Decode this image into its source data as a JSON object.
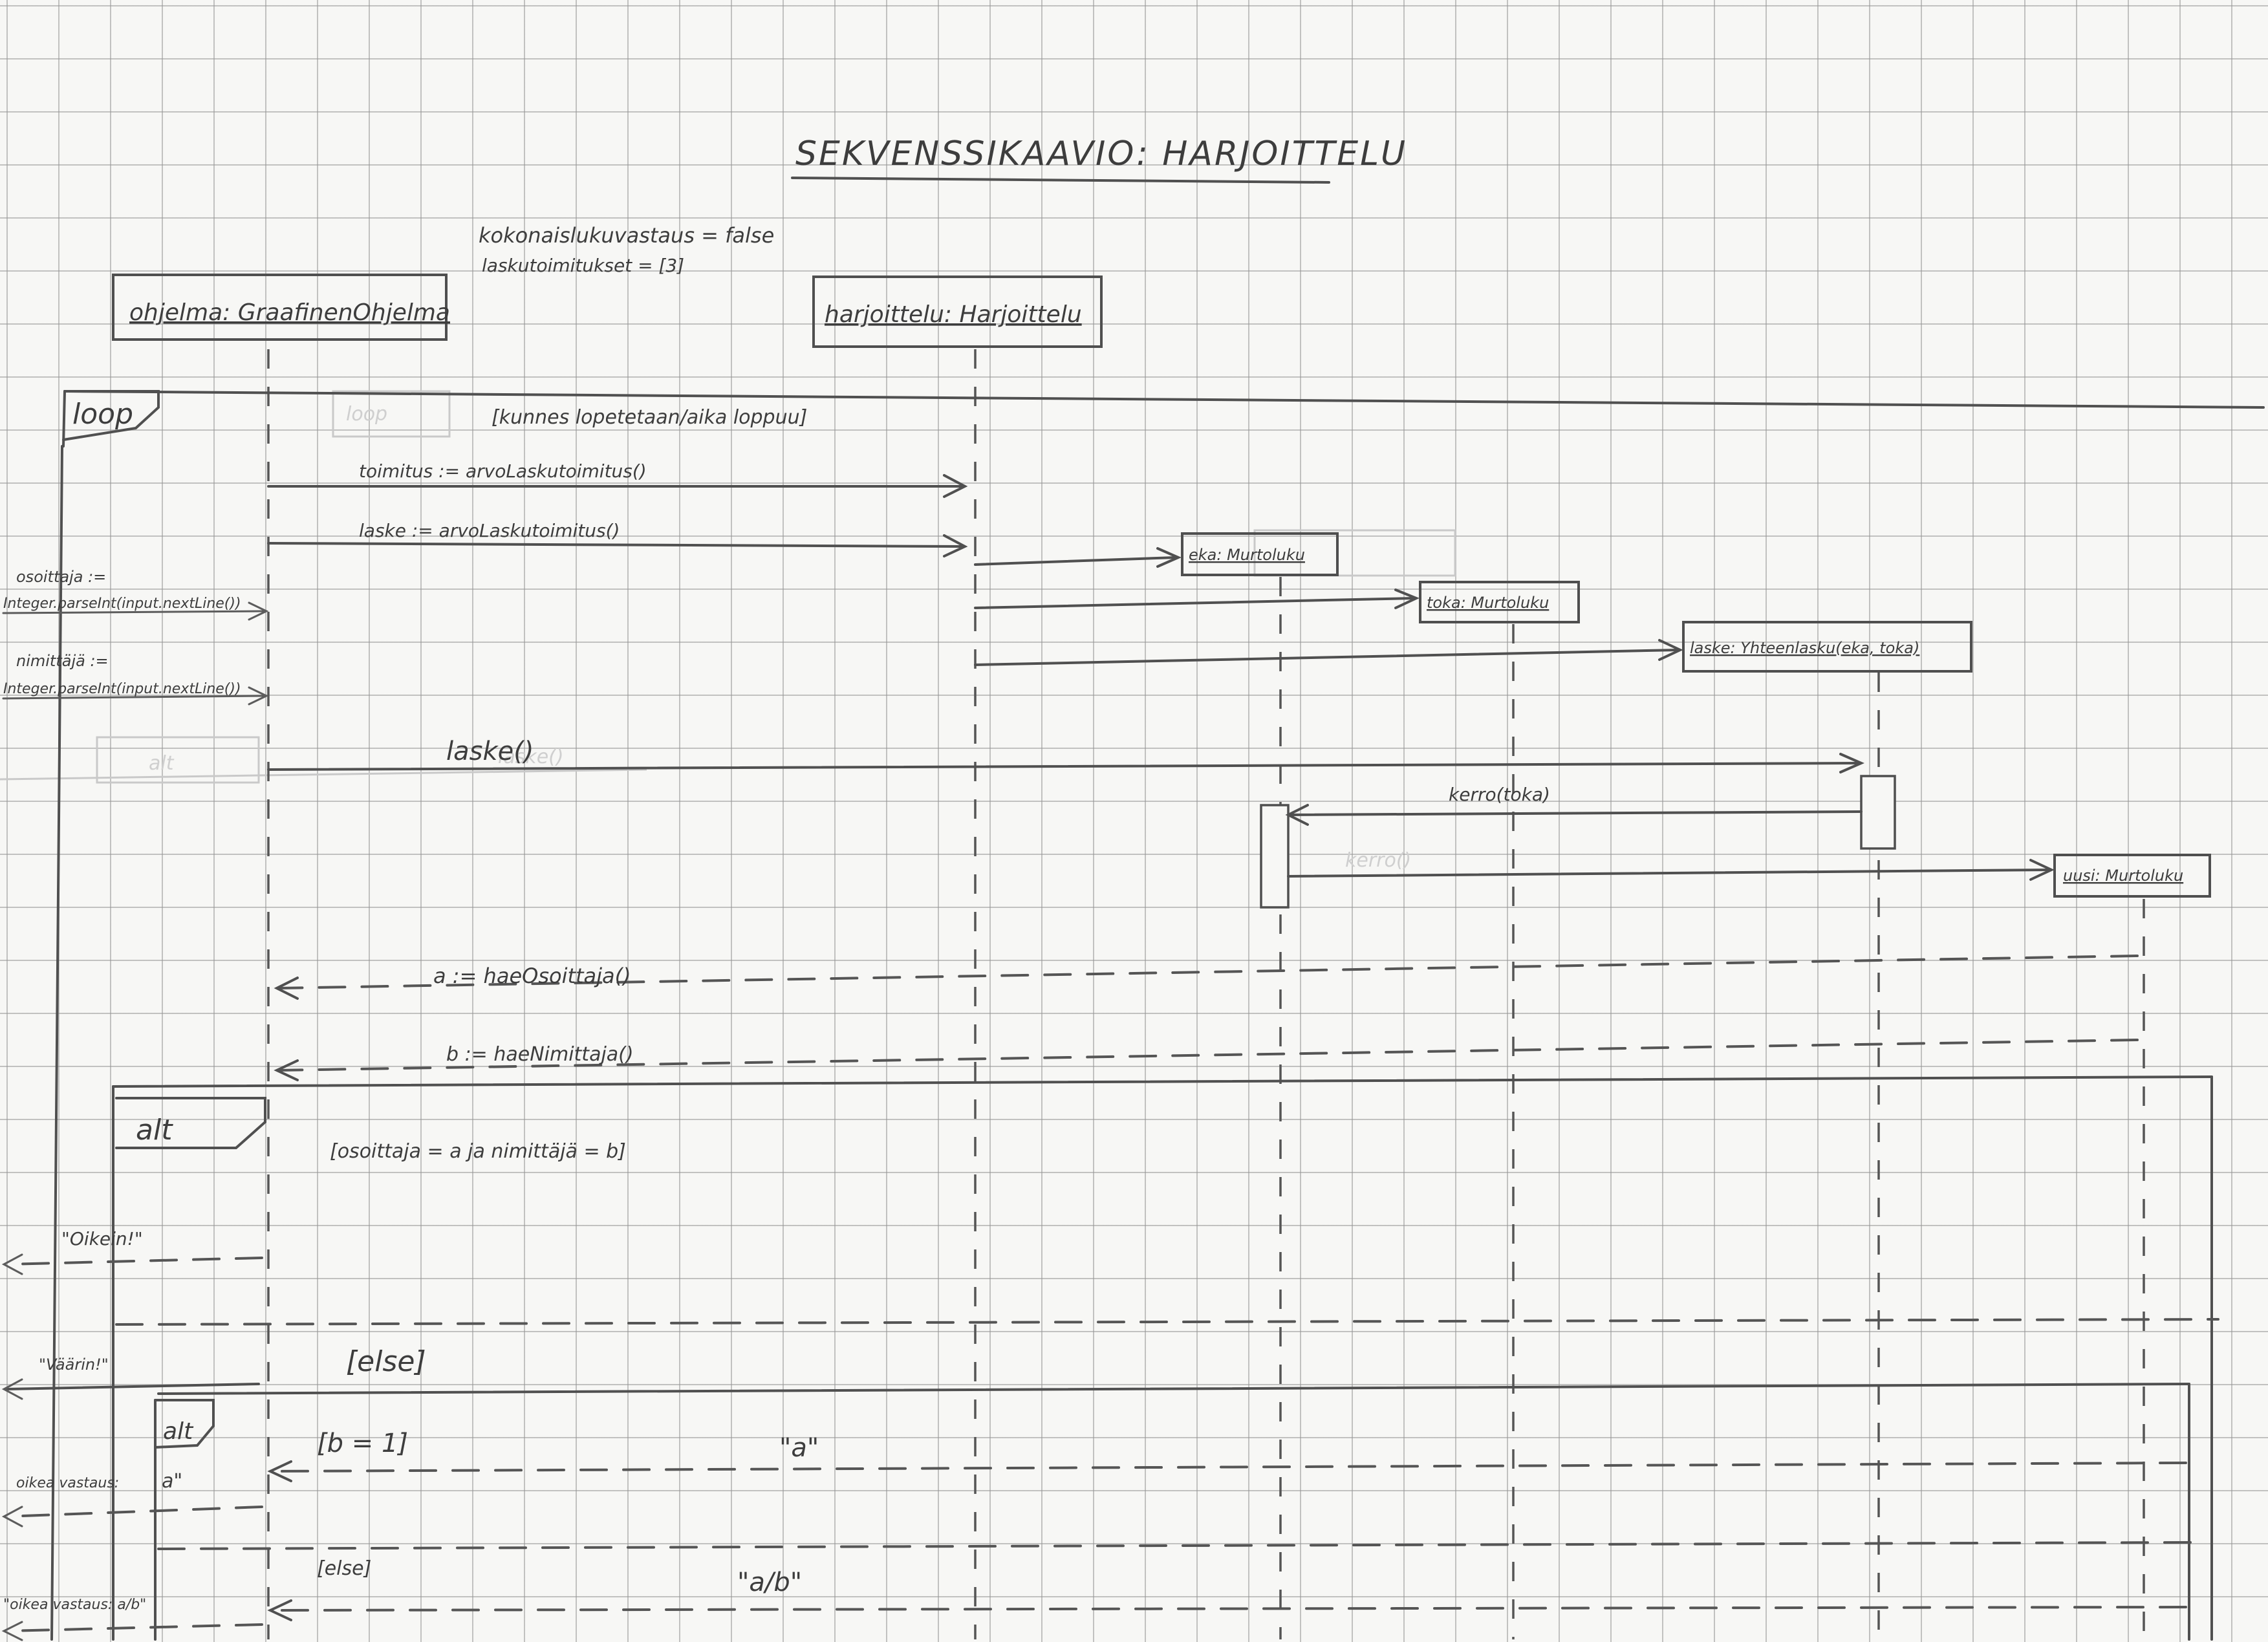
{
  "title": "SEKVENSSIKAAVIO: HARJOITTELU",
  "state_note": {
    "line1": "kokonaislukuvastaus = false",
    "line2": "laskutoimitukset = [3]"
  },
  "participants": {
    "ohjelma": "ohjelma: GraafinenOhjelma",
    "harjoittelu": "harjoittelu: Harjoittelu",
    "eka": "eka: Murtoluku",
    "toka": "toka: Murtoluku",
    "laske": "laske: Yhteenlasku(eka, toka)",
    "uusi": "uusi: Murtoluku"
  },
  "fragments": {
    "loop_label": "loop",
    "loop_guard": "[kunnes lopetetaan/aika loppuu]",
    "alt1_label": "alt",
    "alt1_guard": "[osoittaja = a ja nimittäjä = b]",
    "alt1_else": "[else]",
    "alt2_label": "alt",
    "alt2_guard": "[b = 1]",
    "alt2_else": "[else]"
  },
  "messages": {
    "m1": "toimitus := arvoLaskutoimitus()",
    "m2": "laske := arvoLaskutoimitus()",
    "m3": "laske()",
    "m4": "kerro(toka)",
    "m5": "a := haeOsoittaja()",
    "m6": "b := haeNimittaja()",
    "m7": "\"a\"",
    "m8": "\"a/b\""
  },
  "side_notes": {
    "osoittaja_1": "osoittaja :=",
    "osoittaja_2": "Integer.parseInt(input.nextLine())",
    "nimittaja_1": "nimittäjä :=",
    "nimittaja_2": "Integer.parseInt(input.nextLine())",
    "oikein": "\"Oikein!\"",
    "vaarin": "\"Väärin!\"",
    "vastaus_a_1": "oikea vastaus:",
    "vastaus_a_2": "a\"",
    "vastaus_ab": "\"oikea vastaus: a/b\""
  },
  "erased_ghost_text": {
    "loop": "loop",
    "alt": "alt",
    "laske": "laske()",
    "kerro": "kerro()"
  }
}
